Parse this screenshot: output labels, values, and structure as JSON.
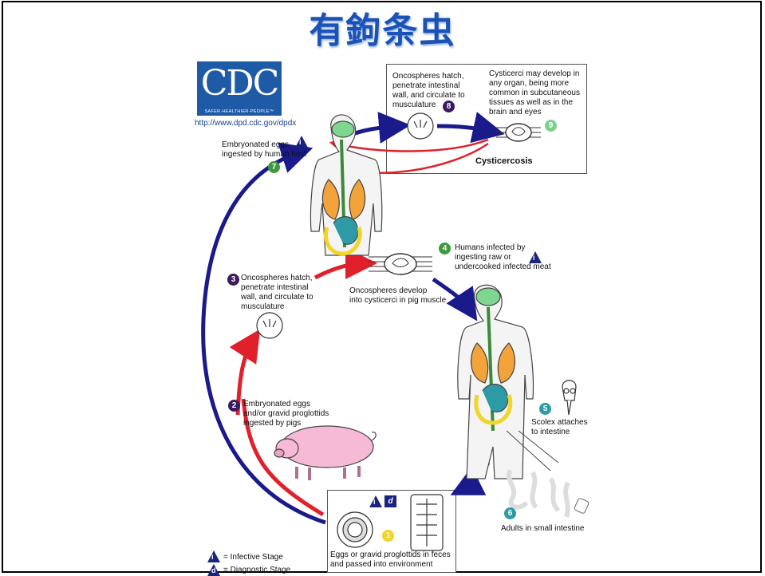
{
  "title": "有鉤条虫",
  "logo": {
    "letters": "CDC",
    "tagline": "SAFER·HEALTHIER·PEOPLE™",
    "url": "http://www.dpd.cdc.gov/dpdx"
  },
  "steps": [
    {
      "num": "1",
      "text": "Eggs or gravid proglottids in feces\nand passed into environment"
    },
    {
      "num": "2",
      "text": "Embryonated eggs\nand/or gravid proglottids\ningested by pigs"
    },
    {
      "num": "3",
      "text": "Oncospheres hatch,\npenetrate intestinal\nwall, and circulate to\nmusculature"
    },
    {
      "num": "4",
      "text": "Humans infected by\ningesting raw or\nundercooked infected meat"
    },
    {
      "num": "5",
      "text": "Scolex attaches\nto intestine"
    },
    {
      "num": "6",
      "text": "Adults in small intestine"
    },
    {
      "num": "7",
      "text": "Embryonated eggs\ningested by human host"
    },
    {
      "num": "8",
      "text": "Oncospheres hatch,\npenetrate intestinal\nwall, and circulate to\nmusculature"
    },
    {
      "num": "9",
      "text": "Cysticerci may develop in\nany organ, being more\ncommon in subcutaneous\ntissues as well as in the\nbrain and eyes"
    }
  ],
  "pig_muscle_label": "Oncospheres develop\ninto cysticerci in pig muscle",
  "cysticercosis_label": "Cysticercosis",
  "stage_symbols": {
    "infective": "i",
    "diagnostic": "d"
  },
  "legend": {
    "infective": "= Infective Stage",
    "diagnostic": "= Diagnostic Stage"
  },
  "colors": {
    "infective_arrow": "#1a1a8c",
    "pig_arrow": "#e0202a",
    "title": "#1a52b8"
  }
}
